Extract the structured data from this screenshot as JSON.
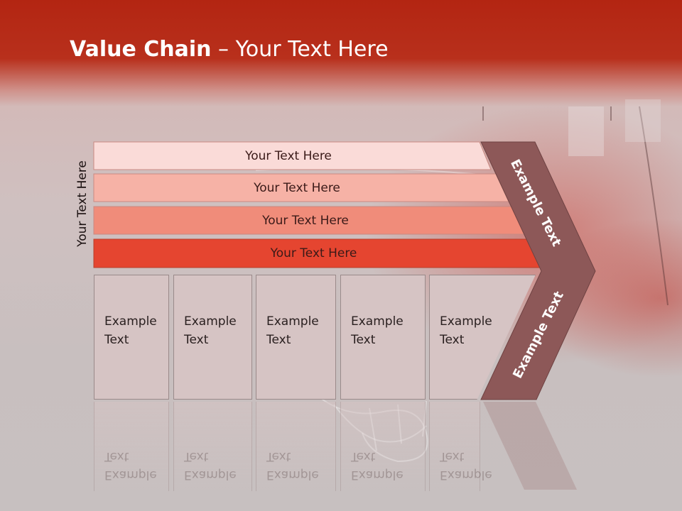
{
  "slide": {
    "title_bold": "Value Chain",
    "title_rest": " – Your Text Here",
    "side_label": "Your Text Here",
    "rows": [
      {
        "label": "Your Text Here",
        "color": "#fadbd8"
      },
      {
        "label": "Your Text Here",
        "color": "#f6b2a6"
      },
      {
        "label": "Your Text Here",
        "color": "#f08c7a"
      },
      {
        "label": "Your Text Here",
        "color": "#e54530"
      }
    ],
    "boxes": [
      {
        "line1": "Example",
        "line2": "Text"
      },
      {
        "line1": "Example",
        "line2": "Text"
      },
      {
        "line1": "Example",
        "line2": "Text"
      },
      {
        "line1": "Example",
        "line2": "Text"
      },
      {
        "line1": "Example",
        "line2": "Text"
      }
    ],
    "chevron": {
      "upper_label": "Example Text",
      "lower_label": "Example Text",
      "color": "#8d5858"
    }
  }
}
